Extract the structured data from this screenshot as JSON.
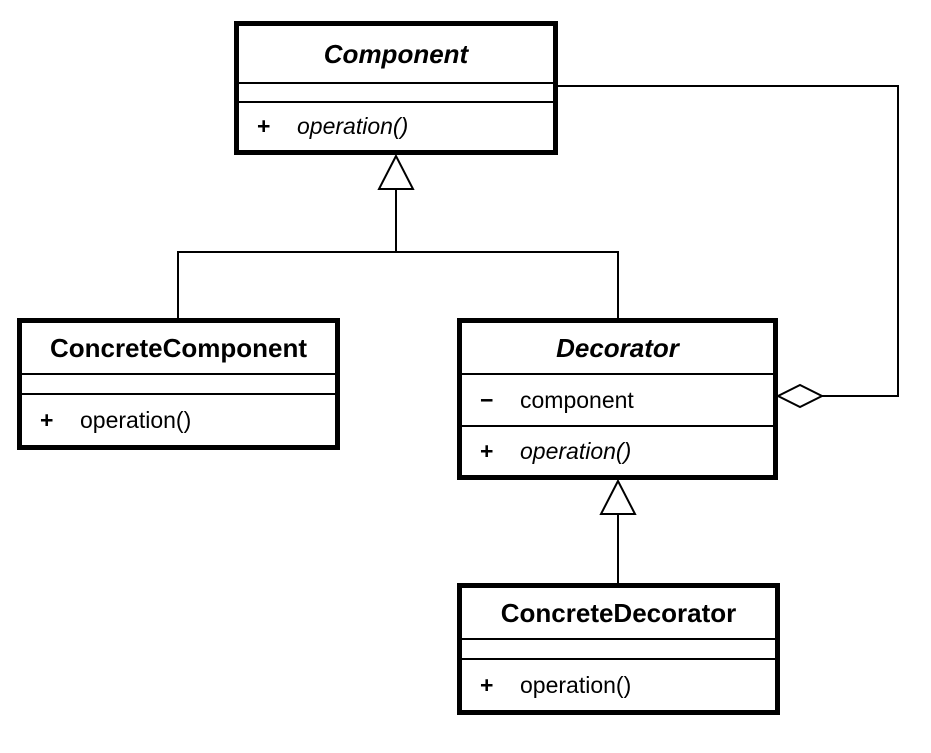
{
  "diagram": {
    "kind": "uml-class-diagram",
    "pattern": "Decorator",
    "colors": {
      "line": "#000000",
      "background": "#ffffff",
      "box_fill": "#ffffff",
      "text": "#000000"
    },
    "classes": [
      {
        "id": "component",
        "name": "Component",
        "abstract": true,
        "attributes": [],
        "methods": [
          {
            "visibility": "+",
            "signature": "operation()",
            "abstract": true
          }
        ]
      },
      {
        "id": "concrete-component",
        "name": "ConcreteComponent",
        "abstract": false,
        "attributes": [],
        "methods": [
          {
            "visibility": "+",
            "signature": "operation()",
            "abstract": false
          }
        ]
      },
      {
        "id": "decorator",
        "name": "Decorator",
        "abstract": true,
        "attributes": [
          {
            "visibility": "−",
            "name": "component"
          }
        ],
        "methods": [
          {
            "visibility": "+",
            "signature": "operation()",
            "abstract": true
          }
        ]
      },
      {
        "id": "concrete-decorator",
        "name": "ConcreteDecorator",
        "abstract": false,
        "attributes": [],
        "methods": [
          {
            "visibility": "+",
            "signature": "operation()",
            "abstract": false
          }
        ]
      }
    ],
    "relationships": [
      {
        "type": "generalization",
        "from": "ConcreteComponent",
        "to": "Component"
      },
      {
        "type": "generalization",
        "from": "Decorator",
        "to": "Component"
      },
      {
        "type": "generalization",
        "from": "ConcreteDecorator",
        "to": "Decorator"
      },
      {
        "type": "aggregation",
        "owner": "Decorator",
        "part": "Component"
      }
    ]
  }
}
